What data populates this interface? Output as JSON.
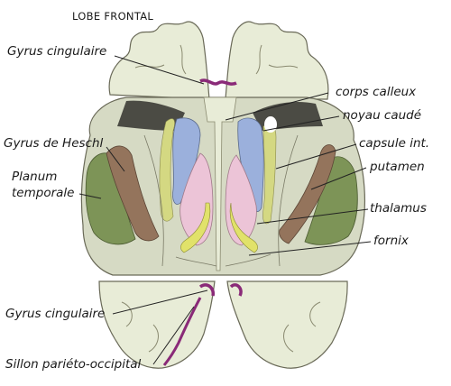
{
  "diagram": {
    "title": "LOBE FRONTAL",
    "labels": {
      "gyrus_cingulaire_top": "Gyrus cingulaire",
      "gyrus_heschl": "Gyrus de Heschl",
      "planum_temporale_l1": "Planum",
      "planum_temporale_l2": "temporale",
      "gyrus_cingulaire_bottom": "Gyrus cingulaire",
      "sillon_parieto_occipital": "Sillon pariéto-occipital",
      "corps_calleux": "corps calleux",
      "noyau_caude": "noyau caudé",
      "capsule_int": "capsule int.",
      "putamen": "putamen",
      "thalamus": "thalamus",
      "fornix": "fornix"
    },
    "colors": {
      "cortex": "#e8ecd7",
      "cortex_outline": "#6a6a58",
      "caudate": "#9bb0dc",
      "thalamus": "#ecc4d7",
      "fornix": "#e1e26a",
      "heschl": "#94745c",
      "planum": "#7d9457",
      "ventricle_dark": "#4b4b44",
      "cingulate": "#8a2a78"
    }
  }
}
